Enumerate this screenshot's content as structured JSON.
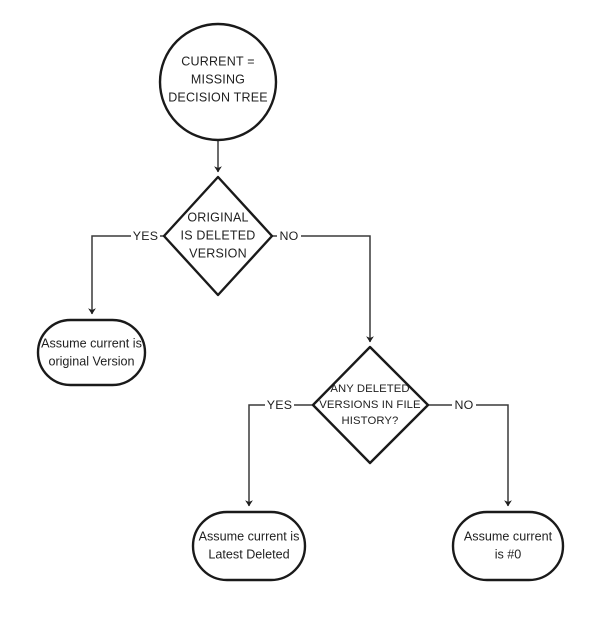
{
  "diagram": {
    "title": "CURRENT = MISSING DECISION TREE",
    "type": "flowchart",
    "background_color": "#ffffff",
    "line_color": "#1a1a1a",
    "text_color": "#1f1f1f"
  },
  "nodes": {
    "start": {
      "id": "start",
      "shape": "circle",
      "lines": [
        "CURRENT =",
        "MISSING",
        "DECISION TREE"
      ],
      "line1": "CURRENT =",
      "line2": "MISSING",
      "line3": "DECISION TREE"
    },
    "decision1": {
      "id": "decision1",
      "shape": "diamond",
      "lines": [
        "ORIGINAL",
        "IS DELETED",
        "VERSION"
      ],
      "line1": "ORIGINAL",
      "line2": "IS DELETED",
      "line3": "VERSION"
    },
    "decision2": {
      "id": "decision2",
      "shape": "diamond",
      "lines": [
        "ANY DELETED",
        "VERSIONS IN FILE",
        "HISTORY?"
      ],
      "line1": "ANY DELETED",
      "line2": "VERSIONS IN FILE",
      "line3": "HISTORY?"
    },
    "outcome1": {
      "id": "outcome1",
      "shape": "stadium",
      "lines": [
        "Assume current is",
        "original Version"
      ],
      "line1": "Assume current is",
      "line2": "original Version"
    },
    "outcome2": {
      "id": "outcome2",
      "shape": "stadium",
      "lines": [
        "Assume current is",
        "Latest Deleted"
      ],
      "line1": "Assume current is",
      "line2": "Latest Deleted"
    },
    "outcome3": {
      "id": "outcome3",
      "shape": "stadium",
      "lines": [
        "Assume current",
        "is  #0"
      ],
      "line1": "Assume current",
      "line2": "is  #0"
    }
  },
  "edges": {
    "start_to_decision1": {
      "label": "",
      "from": "start",
      "to": "decision1"
    },
    "decision1_yes": {
      "label": "YES",
      "from": "decision1",
      "to": "outcome1"
    },
    "decision1_no": {
      "label": "NO",
      "from": "decision1",
      "to": "decision2"
    },
    "decision2_yes": {
      "label": "YES",
      "from": "decision2",
      "to": "outcome2"
    },
    "decision2_no": {
      "label": "NO",
      "from": "decision2",
      "to": "outcome3"
    }
  }
}
